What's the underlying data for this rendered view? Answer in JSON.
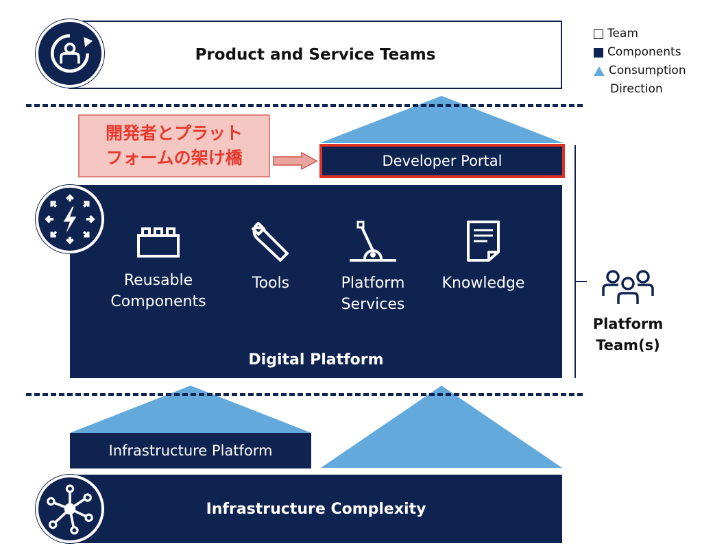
{
  "product_teams": {
    "label": "Product and Service Teams"
  },
  "legend": {
    "team": "Team",
    "components": "Components",
    "consumption_line1": "Consumption",
    "consumption_line2": "Direction"
  },
  "callout": {
    "line1": "開発者とプラット",
    "line2": "フォームの架け橋"
  },
  "developer_portal": {
    "label": "Developer Portal"
  },
  "digital_platform": {
    "title": "Digital Platform",
    "items": [
      {
        "icon": "lego-brick-icon",
        "line1": "Reusable",
        "line2": "Components"
      },
      {
        "icon": "wrench-icon",
        "line1": "Tools",
        "line2": ""
      },
      {
        "icon": "lever-icon",
        "line1": "Platform",
        "line2": "Services"
      },
      {
        "icon": "document-icon",
        "line1": "Knowledge",
        "line2": ""
      }
    ]
  },
  "platform_team": {
    "line1": "Platform",
    "line2": "Team(s)"
  },
  "infrastructure_platform": {
    "label": "Infrastructure Platform"
  },
  "infrastructure_complexity": {
    "label": "Infrastructure Complexity"
  },
  "colors": {
    "navy": "#0f2350",
    "light_blue": "#64a9dc",
    "highlight_red": "#e03224",
    "callout_bg": "#f4c7c3",
    "callout_text": "#e63a2e"
  }
}
